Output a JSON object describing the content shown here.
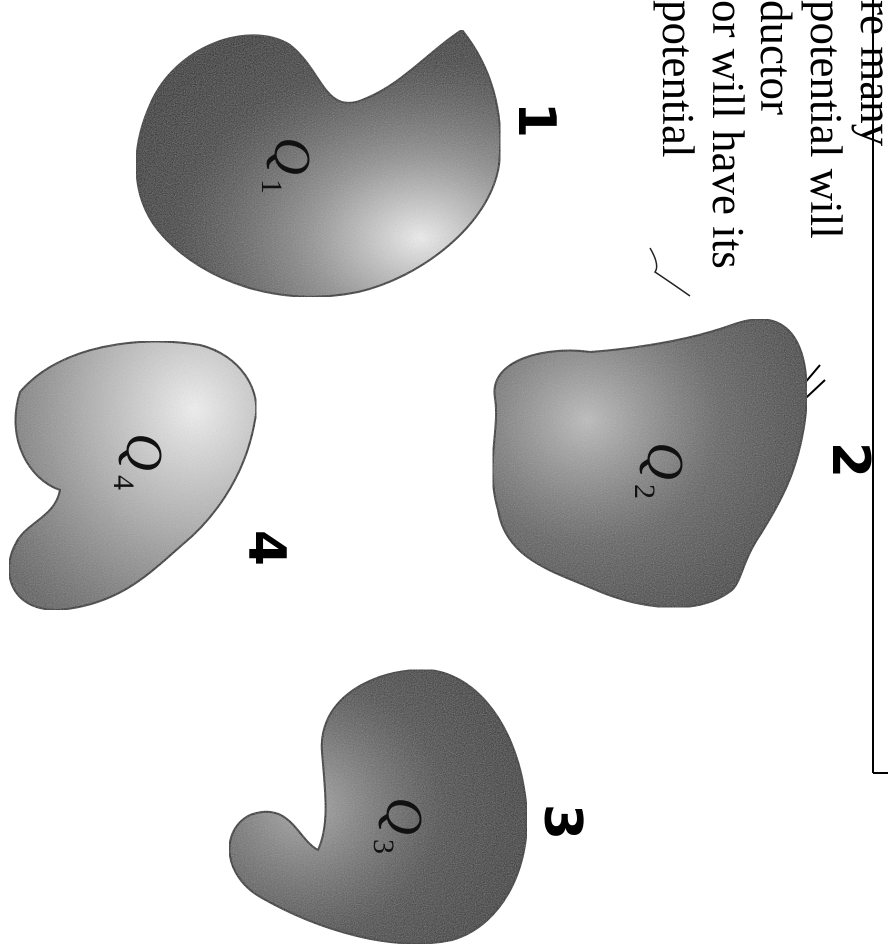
{
  "callout_text": {
    "lines": [
      "re many",
      "potential will",
      "ductor",
      "or will have its",
      "potential"
    ]
  },
  "conductors": [
    {
      "id": "1",
      "number": "1",
      "charge_label": "Q1",
      "charge_letter": "Q",
      "charge_sub": "1"
    },
    {
      "id": "2",
      "number": "2",
      "charge_label": "Q2",
      "charge_letter": "Q",
      "charge_sub": "2"
    },
    {
      "id": "3",
      "number": "3",
      "charge_label": "Q3",
      "charge_letter": "Q",
      "charge_sub": "3"
    },
    {
      "id": "4",
      "number": "4",
      "charge_label": "Q4",
      "charge_letter": "Q",
      "charge_sub": "4"
    }
  ],
  "colors": {
    "conductor_dark": "#1e1e1e",
    "conductor_light": "#e6e6e6",
    "outline": "#111111",
    "ink": "#000000",
    "callout_border": "#000000"
  }
}
